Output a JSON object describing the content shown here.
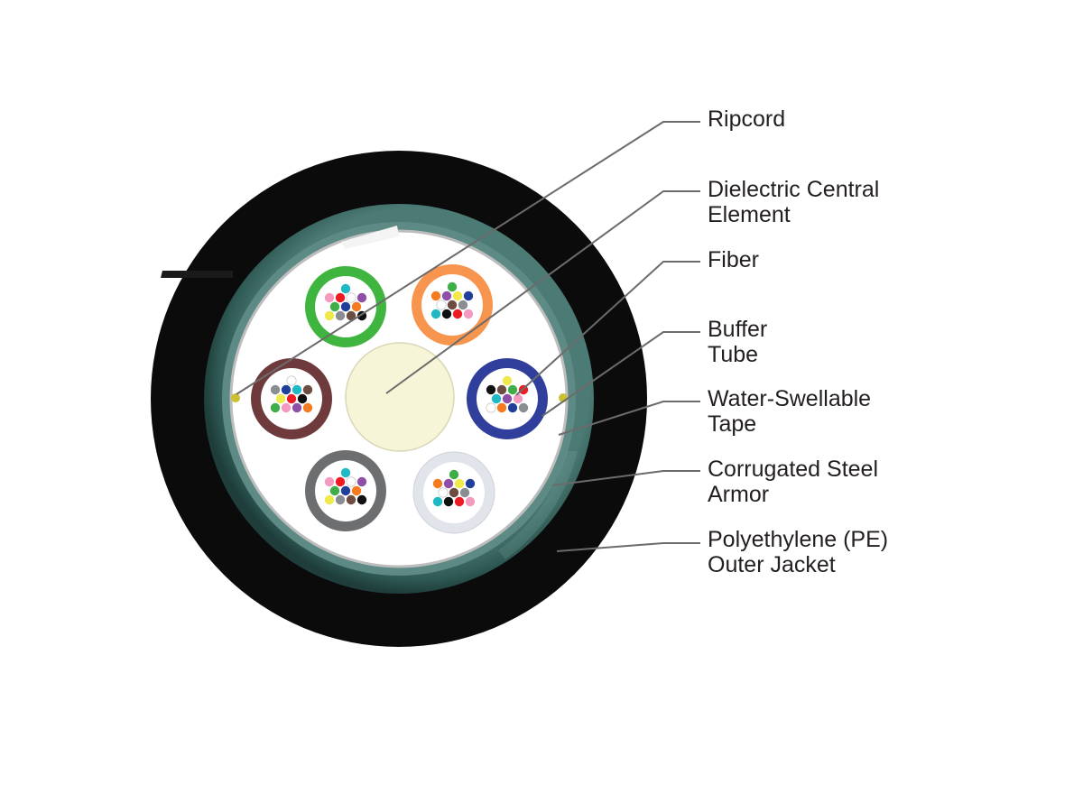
{
  "labels": [
    {
      "id": "ripcord",
      "lines": [
        "Ripcord"
      ]
    },
    {
      "id": "central",
      "lines": [
        "Dielectric Central",
        "Element"
      ]
    },
    {
      "id": "fiber",
      "lines": [
        "Fiber"
      ]
    },
    {
      "id": "buffer",
      "lines": [
        "Buffer",
        "Tube"
      ]
    },
    {
      "id": "tape",
      "lines": [
        "Water-Swellable",
        "Tape"
      ]
    },
    {
      "id": "armor",
      "lines": [
        "Corrugated Steel",
        "Armor"
      ]
    },
    {
      "id": "jacket",
      "lines": [
        "Polyethylene (PE)",
        "Outer Jacket"
      ]
    }
  ],
  "colors": {
    "jacket": "#0a0a0a",
    "armor": "#3f6b66",
    "armor_highlight": "#7fb0ab",
    "tape": "#ffffff",
    "central_element": "#f6f5d8",
    "leader_line": "#6b6b6b",
    "tubes": [
      "#3fb53f",
      "#f7944e",
      "#6e3a3b",
      "#2f3f9b",
      "#6d6e70",
      "#e1e4ea"
    ],
    "fibers": [
      "#1f3f9a",
      "#f47b20",
      "#3fae49",
      "#6d4c41",
      "#8a8d91",
      "#ffffff",
      "#ed1c24",
      "#111111",
      "#f0e94b",
      "#8e4fa6",
      "#f49ac1",
      "#1fb9c6"
    ]
  }
}
